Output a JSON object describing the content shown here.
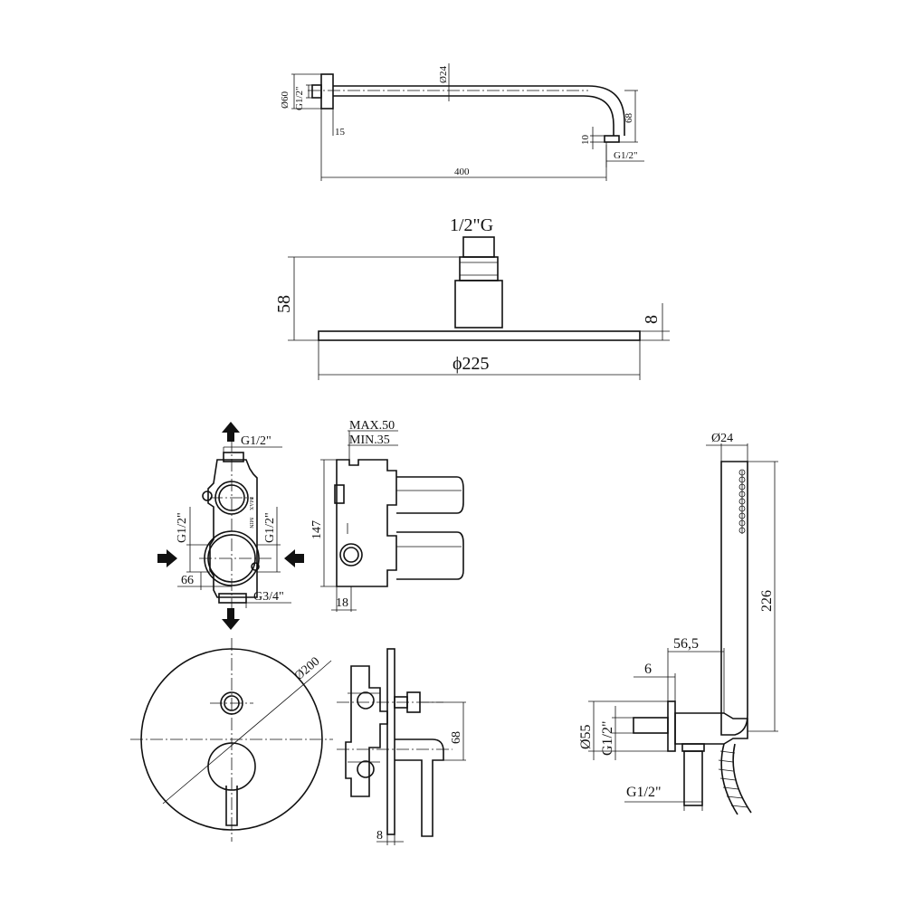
{
  "arm": {
    "d_flange": "Ø60",
    "thread_wall": "G1/2\"",
    "d_pipe": "Ø24",
    "drop": "68",
    "flange_depth": "15",
    "outlet_len": "10",
    "thread_outlet": "G1/2\"",
    "length": "400"
  },
  "head": {
    "thread": "1/2\"G",
    "height": "58",
    "plate": "8",
    "diameter": "ϕ225"
  },
  "valve": {
    "top_thread": "G1/2\"",
    "left_thread": "G1/2\"",
    "right_thread": "G1/2\"",
    "bottom_thread": "G3/4\"",
    "spacing": "66",
    "max_label": "MAX",
    "min_label": "MIN"
  },
  "valve_side": {
    "max_depth": "MAX.50",
    "min_depth": "MIN.35",
    "height": "147",
    "offset": "18"
  },
  "plate": {
    "diameter": "Ø200",
    "spacing": "68",
    "thickness": "8"
  },
  "hand_shower": {
    "diameter": "Ø24",
    "length": "226",
    "projection": "56,5",
    "gap": "6",
    "flange_d": "Ø55",
    "thread_side": "G1/2\"",
    "thread_bottom": "G1/2\""
  }
}
